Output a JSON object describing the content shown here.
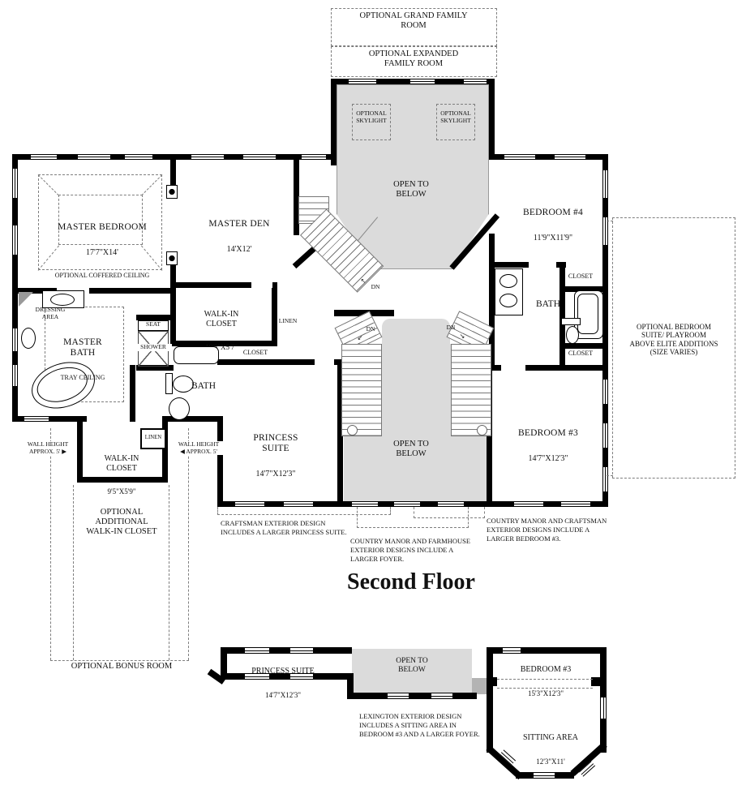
{
  "title": "Second Floor",
  "colors": {
    "wall": "#000000",
    "open_fill": "#dbdbdb",
    "dash": "#7e7e7e"
  },
  "optional": {
    "grand_family": "OPTIONAL GRAND FAMILY\nROOM",
    "expanded_family": "OPTIONAL EXPANDED\nFAMILY ROOM",
    "skylight": "OPTIONAL\nSKYLIGHT",
    "bedroom_suite": "OPTIONAL BEDROOM\nSUITE/ PLAYROOM\nABOVE ELITE ADDITIONS\n(SIZE VARIES)",
    "additional_closet": "OPTIONAL\nADDITIONAL\nWALK-IN CLOSET",
    "bonus_room": "OPTIONAL BONUS ROOM"
  },
  "rooms": {
    "master_bedroom": {
      "name": "MASTER BEDROOM",
      "dims": "17'7\"X14'",
      "note": "OPTIONAL COFFERED CEILING"
    },
    "master_den": {
      "name": "MASTER DEN",
      "dims": "14'X12'"
    },
    "bedroom_4": {
      "name": "BEDROOM #4",
      "dims": "11'9\"X11'9\""
    },
    "master_bath": {
      "name": "MASTER\nBATH",
      "note": "TRAY CEILING"
    },
    "walk_in_closet": {
      "name": "WALK-IN\nCLOSET",
      "dims": "10'8\"X5'7\""
    },
    "princess_suite": {
      "name": "PRINCESS\nSUITE",
      "dims": "14'7\"X12'3\""
    },
    "bedroom_3": {
      "name": "BEDROOM #3",
      "dims": "14'7\"X12'3\""
    },
    "walk_in_closet_2": {
      "name": "WALK-IN\nCLOSET",
      "dims": "9'5\"X5'9\""
    }
  },
  "labels": {
    "open_to_below": "OPEN TO\nBELOW",
    "dressing_area": "DRESSING\nAREA",
    "seat": "SEAT",
    "shower": "SHOWER",
    "linen": "LINEN",
    "closet": "CLOSET",
    "bath": "BATH",
    "dn": "DN",
    "arrow_nw": "↖",
    "arrow_sw": "↙",
    "arrow_se": "↘",
    "wall_height_left": "WALL HEIGHT\nAPPROX. 5' ▶",
    "wall_height_right": "WALL HEIGHT\n◀ APPROX. 5'"
  },
  "notes": {
    "craftsman": "CRAFTSMAN EXTERIOR DESIGN\nINCLUDES A LARGER PRINCESS SUITE.",
    "country_farmhouse": "COUNTRY MANOR AND FARMHOUSE\nEXTERIOR DESIGNS INCLUDE A\nLARGER FOYER.",
    "country_craftsman": "COUNTRY MANOR AND CRAFTSMAN\nEXTERIOR DESIGNS INCLUDE A\nLARGER BEDROOM #3.",
    "lexington": "LEXINGTON EXTERIOR DESIGN\nINCLUDES A SITTING AREA IN\nBEDROOM #3 AND A LARGER FOYER."
  },
  "lower_plan": {
    "princess_suite": {
      "name": "PRINCESS SUITE",
      "dims": "14'7\"X12'3\""
    },
    "open_to_below": "OPEN TO\nBELOW",
    "bedroom_3": {
      "name": "BEDROOM #3",
      "dims": "15'3\"X12'3\""
    },
    "sitting_area": {
      "name": "SITTING AREA",
      "dims": "12'3\"X11'"
    }
  }
}
